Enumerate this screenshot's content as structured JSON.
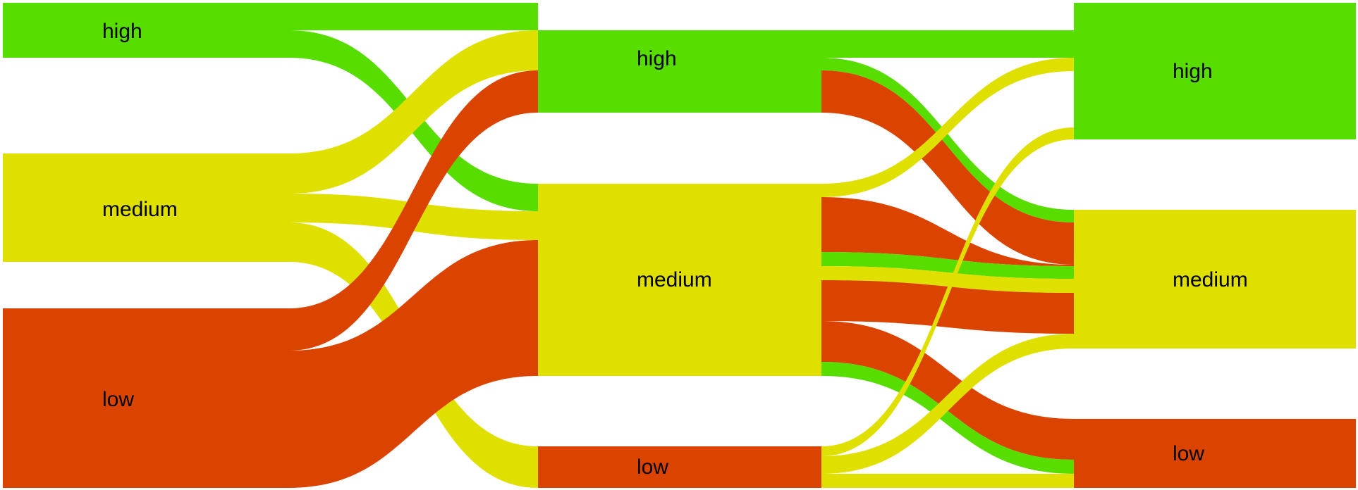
{
  "colors": {
    "high": "#58dd00",
    "medium": "#dfdf00",
    "low": "#db4400"
  },
  "stages": [
    {
      "nodes": [
        {
          "level": "high",
          "label": "high"
        },
        {
          "level": "medium",
          "label": "medium"
        },
        {
          "level": "low",
          "label": "low"
        }
      ]
    },
    {
      "nodes": [
        {
          "level": "high",
          "label": "high"
        },
        {
          "level": "medium",
          "label": "medium"
        },
        {
          "level": "low",
          "label": "low"
        }
      ]
    },
    {
      "nodes": [
        {
          "level": "high",
          "label": "high"
        },
        {
          "level": "medium",
          "label": "medium"
        },
        {
          "level": "low",
          "label": "low"
        }
      ]
    }
  ]
}
